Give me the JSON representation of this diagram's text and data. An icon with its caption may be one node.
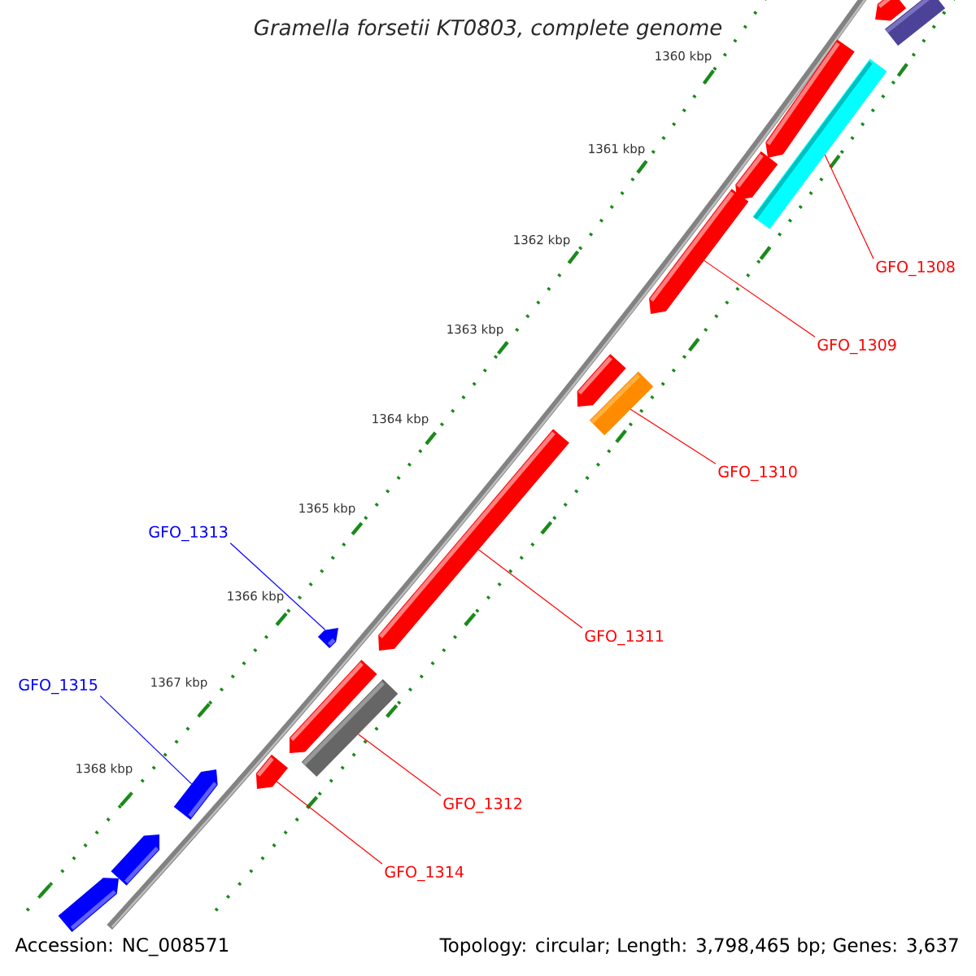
{
  "diagram": {
    "title": "Gramella forsetii KT0803, complete genome",
    "nodes": [
      {
        "text": [
          "GFO_1308"
        ]
      },
      {
        "text": [
          "GFO_1309"
        ]
      },
      {
        "text": [
          "GFO_1310"
        ]
      },
      {
        "text": [
          "GFO_1313"
        ]
      },
      {
        "text": [
          "GFO_1311"
        ]
      },
      {
        "text": [
          "GFO_1315"
        ]
      },
      {
        "text": [
          "GFO_1312"
        ]
      },
      {
        "text": [
          "GFO_1314"
        ]
      },
      {
        "text": [],
        "shape": "arrow"
      },
      {
        "text": [],
        "shape": "bar"
      },
      {
        "text": [],
        "shape": "arrow"
      },
      {
        "text": [],
        "shape": "bar"
      },
      {
        "text": [],
        "shape": "arrow"
      },
      {
        "text": [],
        "shape": "arrow"
      },
      {
        "text": [],
        "shape": "arrow"
      },
      {
        "text": [],
        "shape": "bar"
      },
      {
        "text": [],
        "shape": "arrow"
      },
      {
        "text": [],
        "shape": "arrow"
      },
      {
        "text": [],
        "shape": "arrow"
      },
      {
        "text": [],
        "shape": "bar"
      },
      {
        "text": [],
        "shape": "arrow"
      },
      {
        "text": [],
        "shape": "arrow"
      },
      {
        "text": [],
        "shape": "arrow"
      },
      {
        "text": [],
        "shape": "arrow"
      }
    ],
    "edges": [
      {
        "from": 0,
        "to": 11,
        "arrow": "none"
      },
      {
        "from": 1,
        "to": 13,
        "arrow": "none"
      },
      {
        "from": 2,
        "to": 15,
        "arrow": "none"
      },
      {
        "from": 3,
        "to": 17,
        "arrow": "none",
        "color": "#0000ff"
      },
      {
        "from": 4,
        "to": 16,
        "arrow": "none"
      },
      {
        "from": 5,
        "to": 21,
        "arrow": "none",
        "color": "#0000ff"
      },
      {
        "from": 6,
        "to": 19,
        "arrow": "none"
      },
      {
        "from": 7,
        "to": 20,
        "arrow": "none"
      }
    ],
    "labels": [
      "1360 kbp",
      "1361 kbp",
      "1362 kbp",
      "1363 kbp",
      "1364 kbp",
      "1365 kbp",
      "1366 kbp",
      "1367 kbp",
      "1368 kbp",
      "Accession: NC_008571",
      "Topology: circular; Length: 3,798,465 bp; Genes: 3,637"
    ]
  }
}
